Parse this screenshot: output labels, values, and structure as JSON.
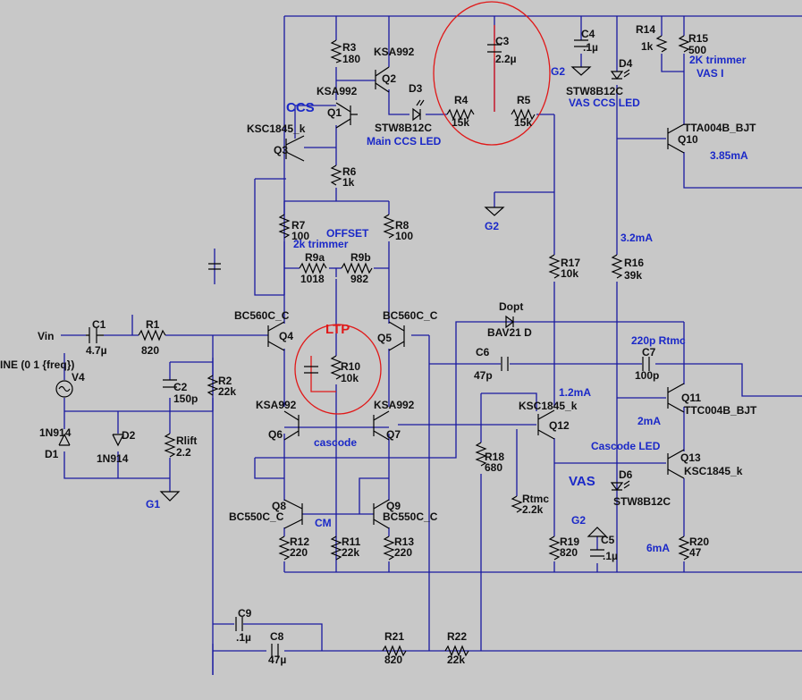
{
  "colors": {
    "background": "#c8c8c8",
    "wire": "#1a1aa0",
    "component": "#000000",
    "note": "#1a28c8",
    "highlight": "#e01818"
  },
  "labels": {
    "R3": "R3",
    "R3_val": "180",
    "Q2": "Q2",
    "Q2_part": "KSA992",
    "Q1": "Q1",
    "Q1_part": "KSA992",
    "D3": "D3",
    "D3_part": "STW8B12C",
    "R4": "R4",
    "R4_val": "15k",
    "R5": "R5",
    "R5_val": "15k",
    "C3": "C3",
    "C3_val": "2.2µ",
    "C4": "C4",
    "C4_val": ".1µ",
    "G2a": "G2",
    "G2b": "G2",
    "G2c": "G2",
    "R14": "R14",
    "R14_val": "1k",
    "R15": "R15",
    "R15_val": "500",
    "D4": "D4",
    "D4_part": "STW8B12C",
    "Q10": "Q10",
    "Q10_part": "TTA004B_BJT",
    "Q3": "Q3",
    "Q3_part": "KSC1845_k",
    "R6": "R6",
    "R6_val": "1k",
    "R7": "R7",
    "R7_val": "100",
    "R8": "R8",
    "R8_val": "100",
    "R9a": "R9a",
    "R9a_val": "1018",
    "R9b": "R9b",
    "R9b_val": "982",
    "R16": "R16",
    "R16_val": "39k",
    "R17": "R17",
    "R17_val": "10k",
    "Vin": "Vin",
    "C1": "C1",
    "C1_val": "4.7µ",
    "R1": "R1",
    "R1_val": "820",
    "Q4": "Q4",
    "Q4_part": "BC560C_C",
    "Q5": "Q5",
    "Q5_part": "BC560C_C",
    "R10": "R10",
    "R10_val": "10k",
    "Dopt": "Dopt",
    "Dopt_part": "BAV21 D",
    "C6": "C6",
    "C6_val": "47p",
    "C7": "C7",
    "C7_val": "100p",
    "V4": "V4",
    "V4_src": "INE (0 1 {freq})",
    "C2": "C2",
    "C2_val": "150p",
    "R2": "R2",
    "R2_val": "22k",
    "Q11": "Q11",
    "Q11_part": "TTC004B_BJT",
    "Q6": "Q6",
    "Q6_part": "KSA992",
    "Q7": "Q7",
    "Q7_part": "KSA992",
    "Q12": "Q12",
    "Q12_part": "KSC1845_k",
    "D1": "D1",
    "D1_part": "1N914",
    "D2": "D2",
    "D2_part": "1N914",
    "Rlift": "Rlift",
    "Rlift_val": "2.2",
    "R18": "R18",
    "R18_val": "680",
    "Q13": "Q13",
    "Q13_part": "KSC1845_k",
    "G1": "G1",
    "Rtmc": "Rtmc",
    "Rtmc_val": "2.2k",
    "D6": "D6",
    "D6_part": "STW8B12C",
    "Q8": "Q8",
    "Q8_part": "BC550C_C",
    "Q9": "Q9",
    "Q9_part": "BC550C_C",
    "R12": "R12",
    "R12_val": "220",
    "R11": "R11",
    "R11_val": "22k",
    "R13": "R13",
    "R13_val": "220",
    "R19": "R19",
    "R19_val": "820",
    "C5": "C5",
    "C5_val": ".1µ",
    "R20": "R20",
    "R20_val": "47",
    "C9": "C9",
    "C9_val": ".1µ",
    "C8": "C8",
    "C8_val": "47µ",
    "R21": "R21",
    "R21_val": "820",
    "R22": "R22",
    "R22_val": "22k"
  },
  "notes": {
    "ccs": "CCS",
    "ltp": "LTP",
    "vas": "VAS",
    "main_ccs_led": "Main CCS LED",
    "vas_ccs_led": "VAS CCS LED",
    "trimmer_2k": "2K trimmer",
    "vas_i": "VAS I",
    "current_385": "3.85mA",
    "current_32": "3.2mA",
    "offset": "OFFSET",
    "trimmer_2k_small": "2k trimmer",
    "rtmc_220p": "220p Rtmc",
    "current_12": "1.2mA",
    "current_2": "2mA",
    "cascode_led": "Cascode LED",
    "cascode": "cascode",
    "cm": "CM",
    "current_6": "6mA"
  }
}
